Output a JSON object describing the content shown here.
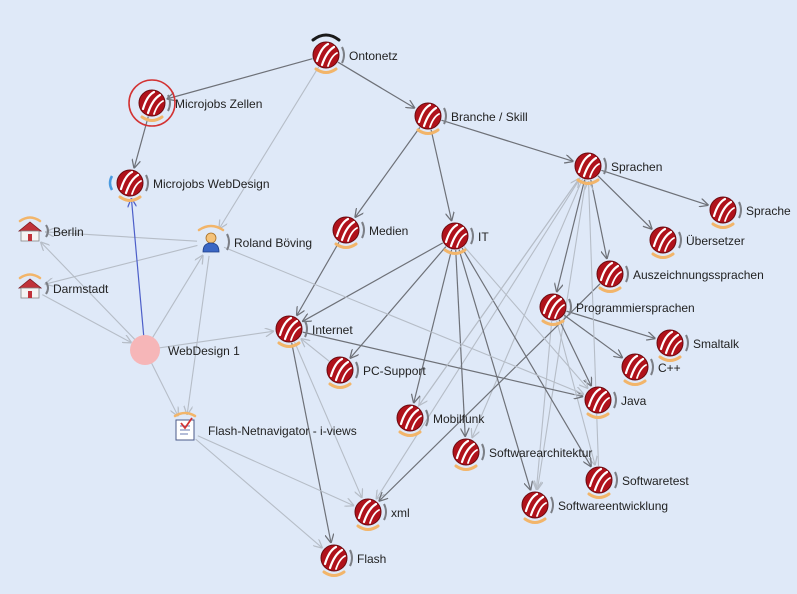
{
  "graph": {
    "nodes": [
      {
        "id": "ontonetz",
        "label": "Ontonetz",
        "icon": "ontology-node-icon"
      },
      {
        "id": "microjobs_zellen",
        "label": "Microjobs Zellen",
        "icon": "ontology-node-icon"
      },
      {
        "id": "microjobs_webdesign",
        "label": "Microjobs WebDesign",
        "icon": "ontology-node-icon"
      },
      {
        "id": "branche_skill",
        "label": "Branche / Skill",
        "icon": "ontology-node-icon"
      },
      {
        "id": "sprachen",
        "label": "Sprachen",
        "icon": "ontology-node-icon"
      },
      {
        "id": "sprache",
        "label": "Sprache",
        "icon": "ontology-node-icon"
      },
      {
        "id": "uebersetzer",
        "label": "Übersetzer",
        "icon": "ontology-node-icon"
      },
      {
        "id": "auszeichnungssprachen",
        "label": "Auszeichnungssprachen",
        "icon": "ontology-node-icon"
      },
      {
        "id": "programmiersprachen",
        "label": "Programmiersprachen",
        "icon": "ontology-node-icon"
      },
      {
        "id": "smalltalk",
        "label": "Smaltalk",
        "icon": "ontology-node-icon"
      },
      {
        "id": "cpp",
        "label": "C++",
        "icon": "ontology-node-icon"
      },
      {
        "id": "java",
        "label": "Java",
        "icon": "ontology-node-icon"
      },
      {
        "id": "medien",
        "label": "Medien",
        "icon": "ontology-node-icon"
      },
      {
        "id": "it",
        "label": "IT",
        "icon": "ontology-node-icon"
      },
      {
        "id": "internet",
        "label": "Internet",
        "icon": "ontology-node-icon"
      },
      {
        "id": "pc_support",
        "label": "PC-Support",
        "icon": "ontology-node-icon"
      },
      {
        "id": "mobilfunk",
        "label": "Mobilfunk",
        "icon": "ontology-node-icon"
      },
      {
        "id": "softwarearchitektur",
        "label": "Softwarearchitektur",
        "icon": "ontology-node-icon"
      },
      {
        "id": "softwaretest",
        "label": "Softwaretest",
        "icon": "ontology-node-icon"
      },
      {
        "id": "softwareentwicklung",
        "label": "Softwareentwicklung",
        "icon": "ontology-node-icon"
      },
      {
        "id": "xml",
        "label": "xml",
        "icon": "ontology-node-icon"
      },
      {
        "id": "flash",
        "label": "Flash",
        "icon": "ontology-node-icon"
      },
      {
        "id": "berlin",
        "label": "Berlin",
        "icon": "city-house-icon"
      },
      {
        "id": "darmstadt",
        "label": "Darmstadt",
        "icon": "city-house-icon"
      },
      {
        "id": "roland",
        "label": "Roland Böving",
        "icon": "person-icon"
      },
      {
        "id": "webdesign1",
        "label": "WebDesign 1",
        "icon": "pink-circle-icon"
      },
      {
        "id": "flash_netnavigator",
        "label": "Flash-Netnavigator - i-views",
        "icon": "document-icon"
      }
    ],
    "edges": [
      {
        "from": "ontonetz",
        "to": "microjobs_zellen",
        "kind": "dark"
      },
      {
        "from": "ontonetz",
        "to": "branche_skill",
        "kind": "dark"
      },
      {
        "from": "ontonetz",
        "to": "roland",
        "kind": "light"
      },
      {
        "from": "microjobs_zellen",
        "to": "microjobs_webdesign",
        "kind": "dark"
      },
      {
        "from": "branche_skill",
        "to": "sprachen",
        "kind": "dark"
      },
      {
        "from": "branche_skill",
        "to": "medien",
        "kind": "dark"
      },
      {
        "from": "branche_skill",
        "to": "it",
        "kind": "dark"
      },
      {
        "from": "sprachen",
        "to": "sprache",
        "kind": "dark"
      },
      {
        "from": "sprachen",
        "to": "uebersetzer",
        "kind": "dark"
      },
      {
        "from": "sprachen",
        "to": "auszeichnungssprachen",
        "kind": "dark"
      },
      {
        "from": "sprachen",
        "to": "programmiersprachen",
        "kind": "dark"
      },
      {
        "from": "sprachen",
        "to": "mobilfunk",
        "kind": "light"
      },
      {
        "from": "sprachen",
        "to": "softwarearchitektur",
        "kind": "light"
      },
      {
        "from": "sprachen",
        "to": "softwareentwicklung",
        "kind": "light"
      },
      {
        "from": "sprachen",
        "to": "xml",
        "kind": "light"
      },
      {
        "from": "programmiersprachen",
        "to": "smalltalk",
        "kind": "dark"
      },
      {
        "from": "programmiersprachen",
        "to": "cpp",
        "kind": "dark"
      },
      {
        "from": "programmiersprachen",
        "to": "java",
        "kind": "dark"
      },
      {
        "from": "programmiersprachen",
        "to": "softwaretest",
        "kind": "light"
      },
      {
        "from": "programmiersprachen",
        "to": "softwareentwicklung",
        "kind": "light"
      },
      {
        "from": "auszeichnungssprachen",
        "to": "xml",
        "kind": "dark"
      },
      {
        "from": "medien",
        "to": "internet",
        "kind": "dark"
      },
      {
        "from": "it",
        "to": "internet",
        "kind": "dark"
      },
      {
        "from": "it",
        "to": "pc_support",
        "kind": "dark"
      },
      {
        "from": "it",
        "to": "mobilfunk",
        "kind": "dark"
      },
      {
        "from": "it",
        "to": "softwarearchitektur",
        "kind": "dark"
      },
      {
        "from": "it",
        "to": "softwaretest",
        "kind": "dark"
      },
      {
        "from": "it",
        "to": "softwareentwicklung",
        "kind": "dark"
      },
      {
        "from": "it",
        "to": "java",
        "kind": "light"
      },
      {
        "from": "internet",
        "to": "flash",
        "kind": "dark"
      },
      {
        "from": "internet",
        "to": "xml",
        "kind": "light"
      },
      {
        "from": "internet",
        "to": "java",
        "kind": "dark"
      },
      {
        "from": "pc_support",
        "to": "internet",
        "kind": "light"
      },
      {
        "from": "roland",
        "to": "berlin",
        "kind": "light"
      },
      {
        "from": "roland",
        "to": "darmstadt",
        "kind": "light"
      },
      {
        "from": "roland",
        "to": "flash_netnavigator",
        "kind": "light"
      },
      {
        "from": "roland",
        "to": "java",
        "kind": "light"
      },
      {
        "from": "webdesign1",
        "to": "microjobs_webdesign",
        "kind": "blue"
      },
      {
        "from": "webdesign1",
        "to": "berlin",
        "kind": "light"
      },
      {
        "from": "webdesign1",
        "to": "roland",
        "kind": "light"
      },
      {
        "from": "webdesign1",
        "to": "flash_netnavigator",
        "kind": "light"
      },
      {
        "from": "webdesign1",
        "to": "internet",
        "kind": "light"
      },
      {
        "from": "flash_netnavigator",
        "to": "xml",
        "kind": "light"
      },
      {
        "from": "flash_netnavigator",
        "to": "flash",
        "kind": "light"
      },
      {
        "from": "darmstadt",
        "to": "webdesign1",
        "kind": "light"
      },
      {
        "from": "mobilfunk",
        "to": "sprachen",
        "kind": "light"
      },
      {
        "from": "softwaretest",
        "to": "sprachen",
        "kind": "light"
      }
    ]
  },
  "colors": {
    "background": "#dfe9f8",
    "node_red": "#b0121b",
    "node_dark": "#6a0a0f",
    "edge_dark": "#6e7178",
    "edge_light": "#b6bdc7",
    "edge_blue": "#4d5fc9",
    "halo": "#f2b56a",
    "highlight": "#d33333",
    "webdesign_pink": "#f6b6b8"
  }
}
